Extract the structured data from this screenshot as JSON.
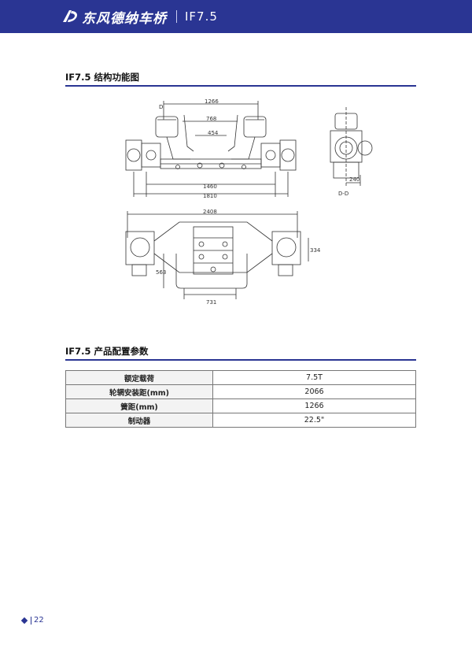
{
  "header": {
    "brand_name": "东风德纳车桥",
    "model": "IF7.5",
    "colors": {
      "brand_bar": "#2a3593"
    },
    "logo_icon": "dana-logo-icon"
  },
  "structure_section": {
    "title": "IF7.5 结构功能图"
  },
  "drawing_labels": {
    "front_view": {
      "section_marker": "D",
      "dim_1266": "1266",
      "dim_768": "768",
      "dim_454": "454",
      "dim_1460": "1460",
      "dim_1810": "1810"
    },
    "side_view": {
      "dim_240": "240",
      "view_caption": "D-D"
    },
    "top_view": {
      "dim_2408": "2408",
      "dim_563": "563",
      "dim_731": "731",
      "dim_334": "334"
    }
  },
  "params_section": {
    "title": "IF7.5  产品配置参数",
    "rows": [
      {
        "label": "额定载荷",
        "value": "7.5T"
      },
      {
        "label": "轮辋安装距(mm)",
        "value": "2066"
      },
      {
        "label": "簧距(mm)",
        "value": "1266"
      },
      {
        "label": "制动器",
        "value": "22.5\""
      }
    ]
  },
  "footer": {
    "page_number": "22"
  }
}
